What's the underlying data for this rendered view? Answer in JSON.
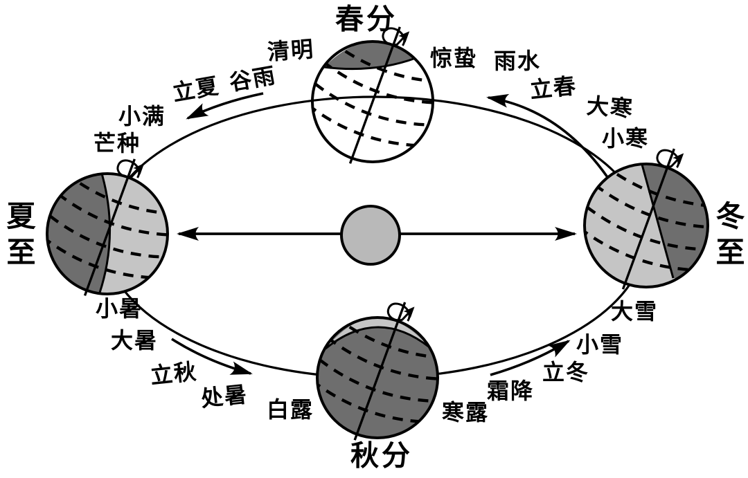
{
  "colors": {
    "background": "#ffffff",
    "line": "#000000",
    "earth_light": "#c5c5c5",
    "earth_dark": "#6e6e6e",
    "sun_fill": "#b9b9b9"
  },
  "major_terms": {
    "chunfen": "春分",
    "xiazhi": "夏至",
    "qiufen": "秋分",
    "dongzhi": "冬至"
  },
  "minor_terms": {
    "qingming": "清明",
    "guyu": "谷雨",
    "lixia": "立夏",
    "xiaoman": "小满",
    "mangzhong": "芒种",
    "xiaoshu": "小暑",
    "dashu": "大暑",
    "liqiu": "立秋",
    "chushu": "处暑",
    "bailu": "白露",
    "hanlu": "寒露",
    "shuangjiang": "霜降",
    "lidong": "立冬",
    "xiaoxue": "小雪",
    "daxue": "大雪",
    "xiaohan": "小寒",
    "dahan": "大寒",
    "lichun": "立春",
    "yushui": "雨水",
    "jingzhe": "惊蛰"
  }
}
